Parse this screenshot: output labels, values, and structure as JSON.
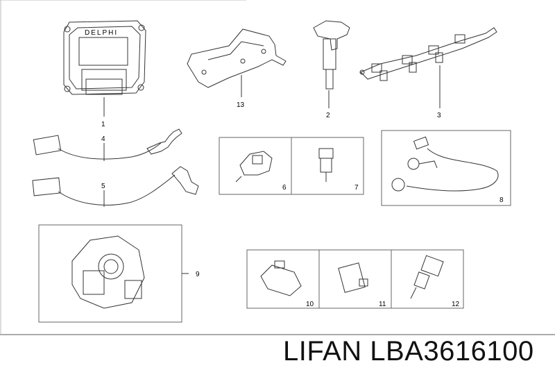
{
  "diagram": {
    "callouts": {
      "n1": "1",
      "n2": "2",
      "n3": "3",
      "n4": "4",
      "n5": "5",
      "n6": "6",
      "n7": "7",
      "n8": "8",
      "n9": "9",
      "n10": "10",
      "n11": "11",
      "n12": "12",
      "n13": "13"
    },
    "ecu_brand": "DELPHI",
    "stroke_color": "#333333",
    "frame_color": "#555555"
  },
  "caption": {
    "brand": "LIFAN",
    "part_number": "LBA3616100"
  }
}
